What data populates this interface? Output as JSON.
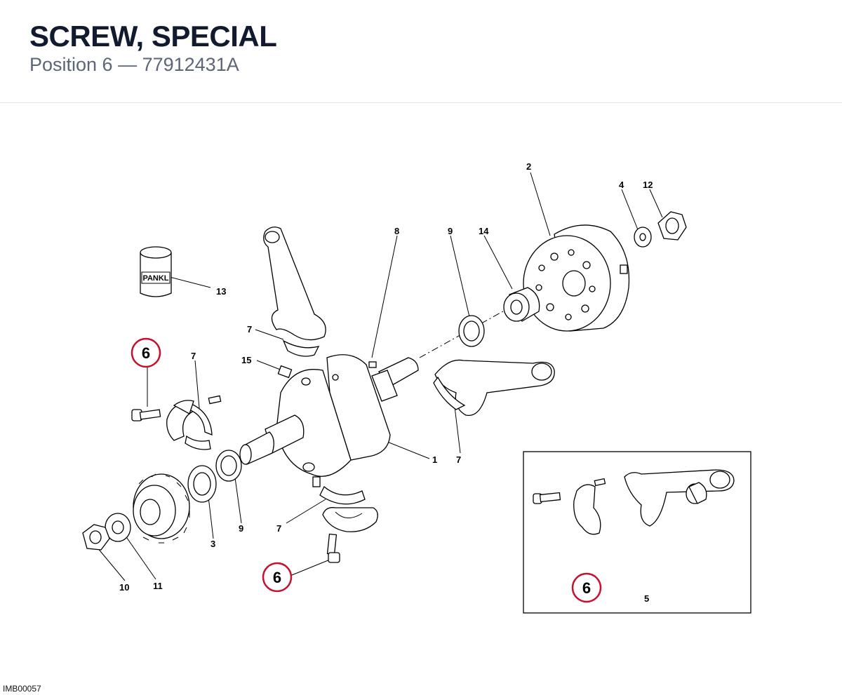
{
  "header": {
    "title": "SCREW, SPECIAL",
    "subtitle": "Position 6 — 77912431A"
  },
  "diagram": {
    "highlight_color": "#c8102e",
    "labels": {
      "l1": "1",
      "l2": "2",
      "l3": "3",
      "l4": "4",
      "l5": "5",
      "l6a": "6",
      "l6b": "6",
      "l6c": "6",
      "l7a": "7",
      "l7b": "7",
      "l7c": "7",
      "l7d": "7",
      "l8": "8",
      "l9a": "9",
      "l9b": "9",
      "l10": "10",
      "l11": "11",
      "l12": "12",
      "l13": "13",
      "l14": "14",
      "l15": "15"
    },
    "brand_text": "PANKL",
    "image_code": "IMB00057"
  }
}
